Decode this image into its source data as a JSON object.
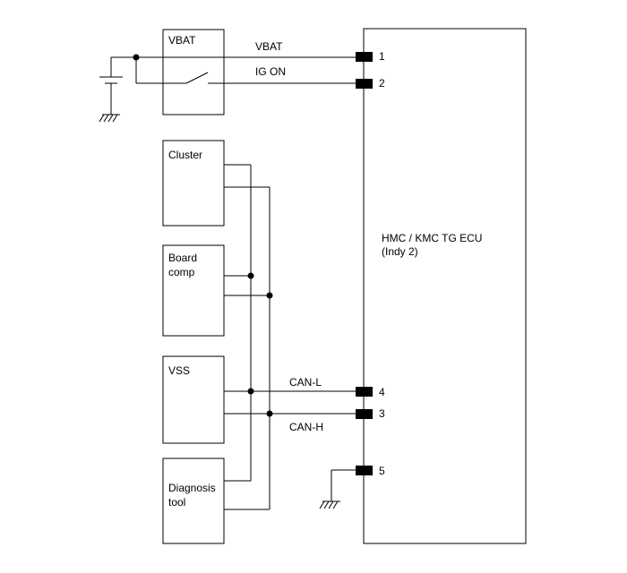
{
  "components": {
    "vbat": "VBAT",
    "cluster": "Cluster",
    "board_comp": [
      "Board",
      "comp"
    ],
    "vss": "VSS",
    "diagnosis_tool": [
      "Diagnosis",
      "tool"
    ],
    "ecu": [
      "HMC / KMC TG ECU",
      "(Indy 2)"
    ]
  },
  "signals": {
    "vbat": "VBAT",
    "ig_on": "IG ON",
    "can_l": "CAN-L",
    "can_h": "CAN-H"
  },
  "pins": {
    "vbat": "1",
    "ig_on": "2",
    "can_h": "3",
    "can_l": "4",
    "ground": "5"
  }
}
